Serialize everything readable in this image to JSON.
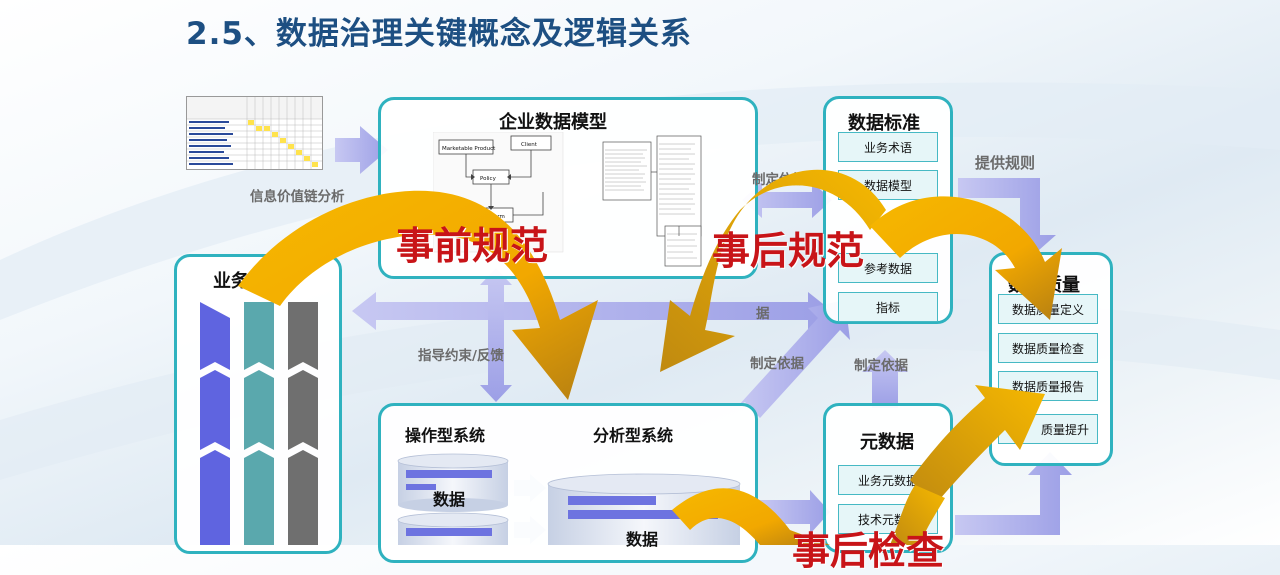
{
  "title": "2.5、数据治理关键概念及逻辑关系",
  "enterprise_model": {
    "title": "企业数据模型",
    "diagram_boxes": [
      "Marketable Product",
      "Client",
      "Policy",
      "Policy Term"
    ]
  },
  "data_standard": {
    "title": "数据标准",
    "items": [
      "业务术语",
      "数据模型",
      "参考数据",
      "指标"
    ]
  },
  "data_quality": {
    "title": "数据质量",
    "items": [
      "数据质量定义",
      "数据质量检查",
      "数据质量报告",
      "质量提升"
    ]
  },
  "metadata": {
    "title": "元数据",
    "items": [
      "业务元数据",
      "技术元数据"
    ]
  },
  "systems": {
    "operational": "操作型系统",
    "analytical": "分析型系统",
    "data_label": "数据"
  },
  "business": {
    "title": "业务"
  },
  "labels": {
    "value_chain": "信息价值链分析",
    "basis_top": "制定依据",
    "provide_rules": "提供规则",
    "guide": "指导约束/反馈",
    "data_partial": "据",
    "basis_mid": "制定依据",
    "basis_bottom": "制定依据"
  },
  "overlays": {
    "pre_norm": "事前规范",
    "post_norm": "事后规范",
    "post_check": "事后检查"
  }
}
